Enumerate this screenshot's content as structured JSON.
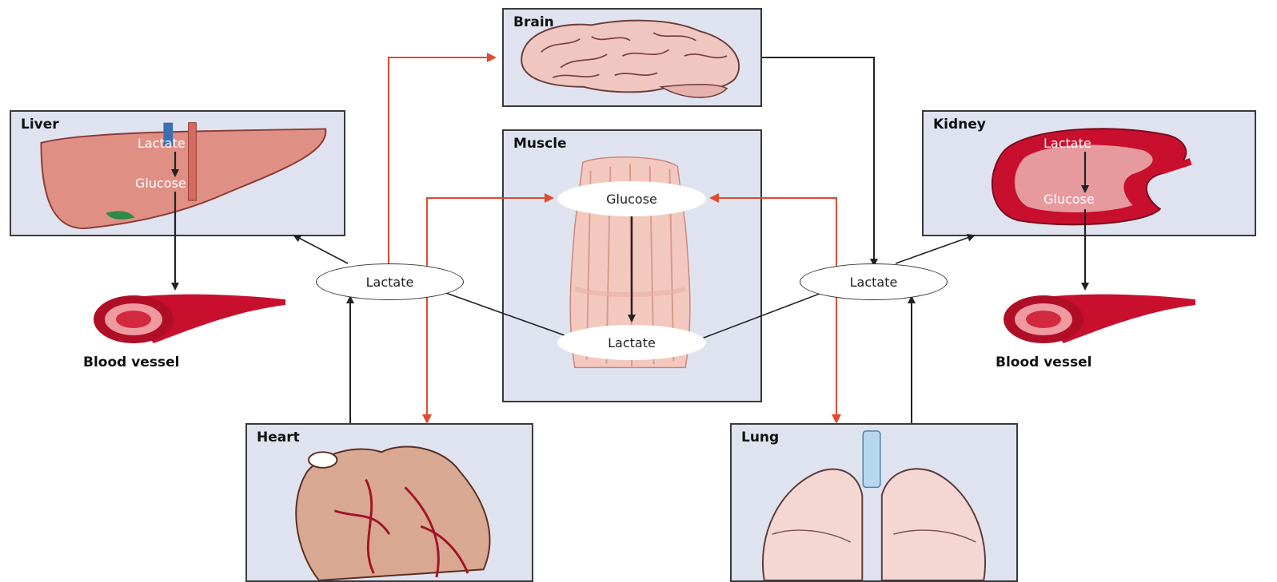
{
  "organs": {
    "brain": "Brain",
    "muscle": "Muscle",
    "liver": "Liver",
    "kidney": "Kidney",
    "heart": "Heart",
    "lung": "Lung"
  },
  "liver": {
    "lactate": "Lactate",
    "glucose": "Glucose"
  },
  "kidney": {
    "lactate": "Lactate",
    "glucose": "Glucose"
  },
  "muscle": {
    "glucose": "Glucose",
    "lactate": "Lactate"
  },
  "pools": {
    "left_lactate": "Lactate",
    "right_lactate": "Lactate"
  },
  "vessels": {
    "left": "Blood vessel",
    "right": "Blood vessel"
  },
  "colors": {
    "box_fill": "#dfe3f0",
    "red_arrow": "#e04a2f",
    "black_arrow": "#222222",
    "vessel_red": "#c8102e"
  }
}
